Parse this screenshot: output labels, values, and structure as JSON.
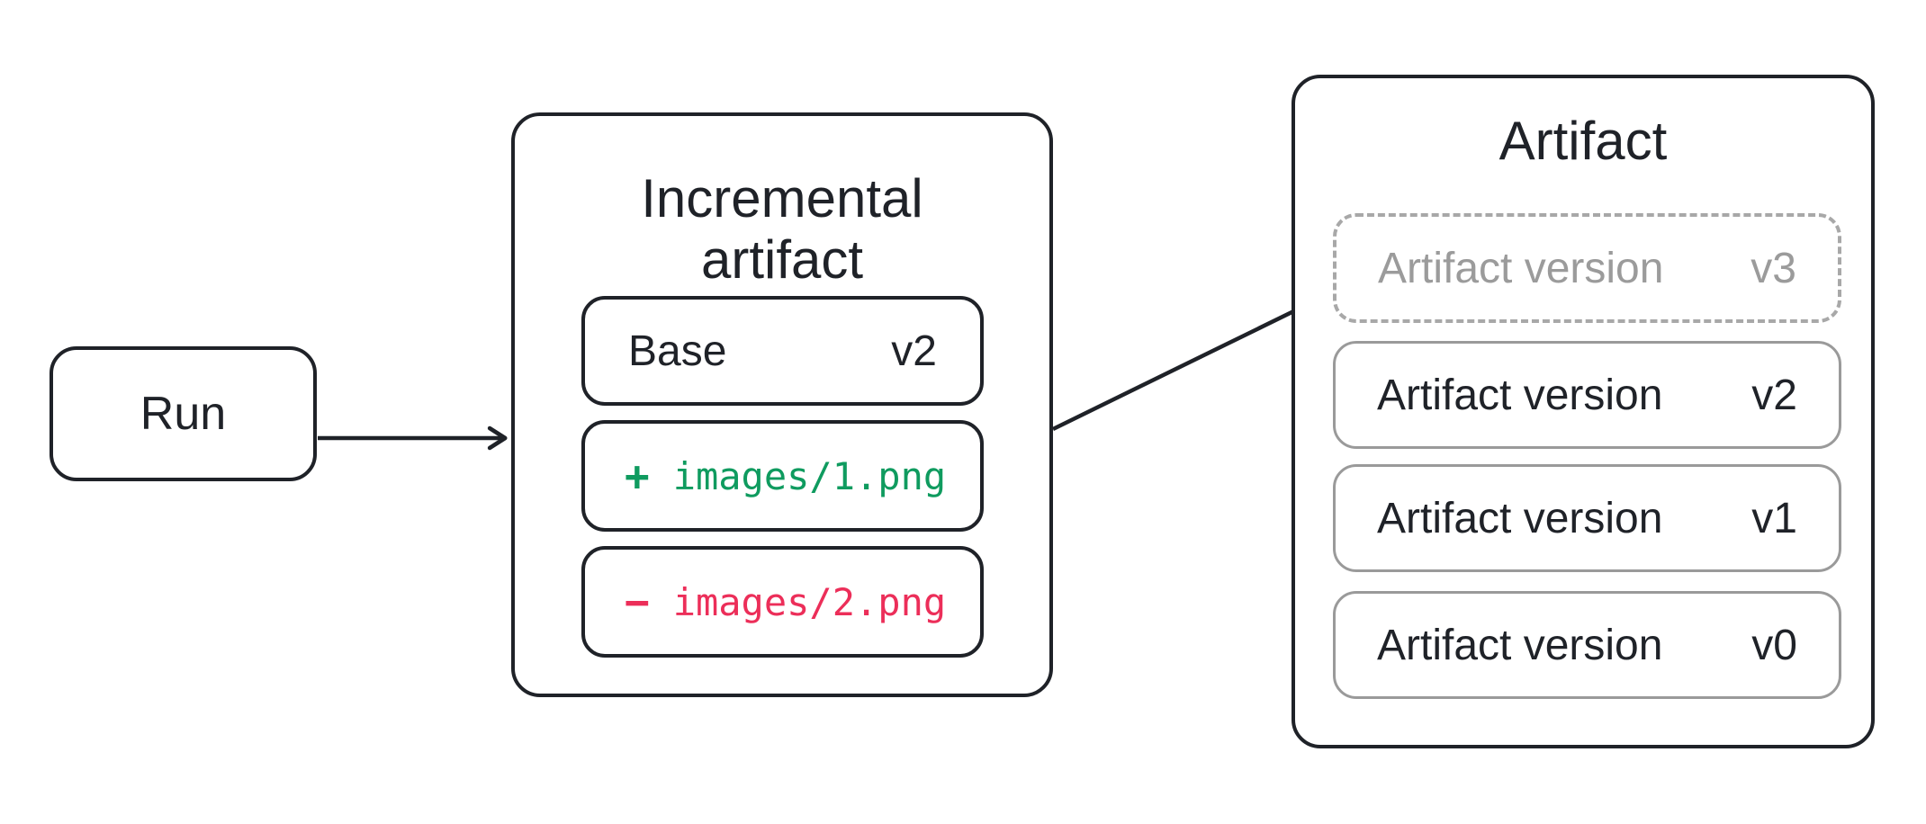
{
  "diagram": {
    "run": {
      "label": "Run"
    },
    "incremental_artifact": {
      "title_lines": [
        "Incremental",
        "artifact"
      ],
      "base": {
        "label": "Base",
        "version": "v2"
      },
      "added_file": {
        "sign": "+",
        "path": "images/1.png"
      },
      "removed_file": {
        "sign": "−",
        "path": "images/2.png"
      }
    },
    "artifact": {
      "title": "Artifact",
      "pending_version": {
        "label": "Artifact version",
        "version": "v3"
      },
      "versions": [
        {
          "label": "Artifact version",
          "version": "v2"
        },
        {
          "label": "Artifact version",
          "version": "v1"
        },
        {
          "label": "Artifact version",
          "version": "v0"
        }
      ]
    },
    "colors": {
      "line-dark": "#1f2228",
      "added-green": "#0f9b5f",
      "removed-red": "#ec2e59",
      "muted-gray-border": "#9a9a9a",
      "muted-gray-dash": "#a8a8a8",
      "muted-gray-text": "#9b9b9b"
    }
  }
}
